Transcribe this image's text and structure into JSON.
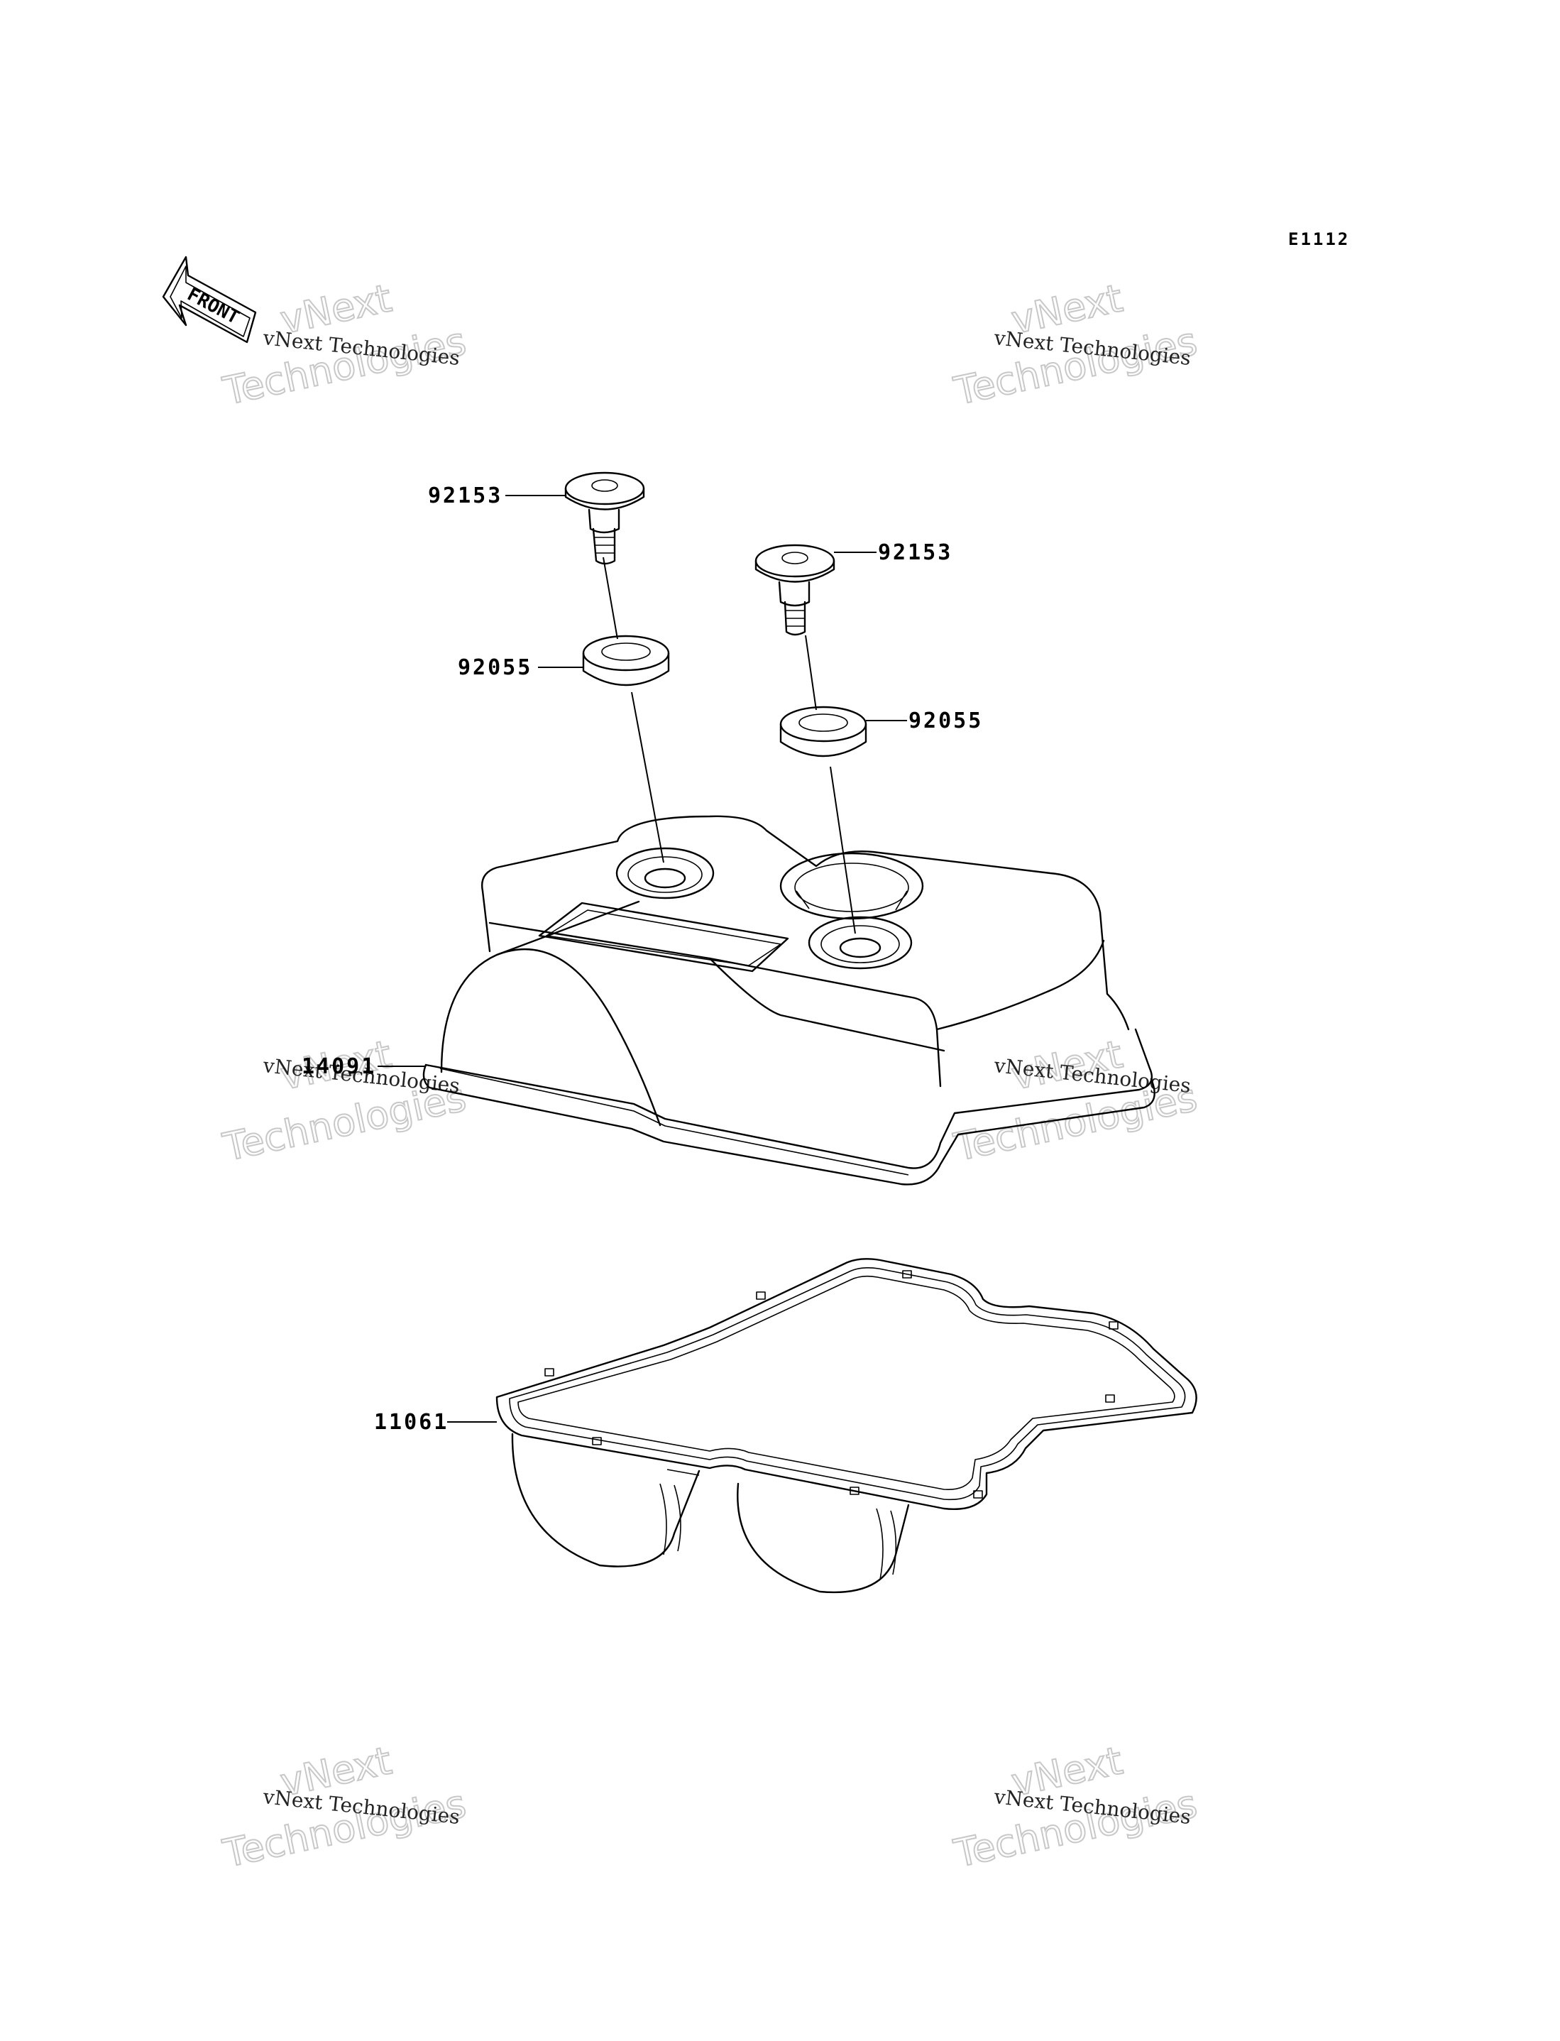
{
  "diagram_code": "E1112",
  "front_marker": "FRONT",
  "watermark": {
    "line1": "vNext Technologies",
    "line2a": "vNext",
    "line2b": "Technologies"
  },
  "labels": {
    "bolt_left": "92153",
    "bolt_right": "92153",
    "washer_left": "92055",
    "washer_right": "92055",
    "cover": "14091",
    "gasket": "11061"
  }
}
